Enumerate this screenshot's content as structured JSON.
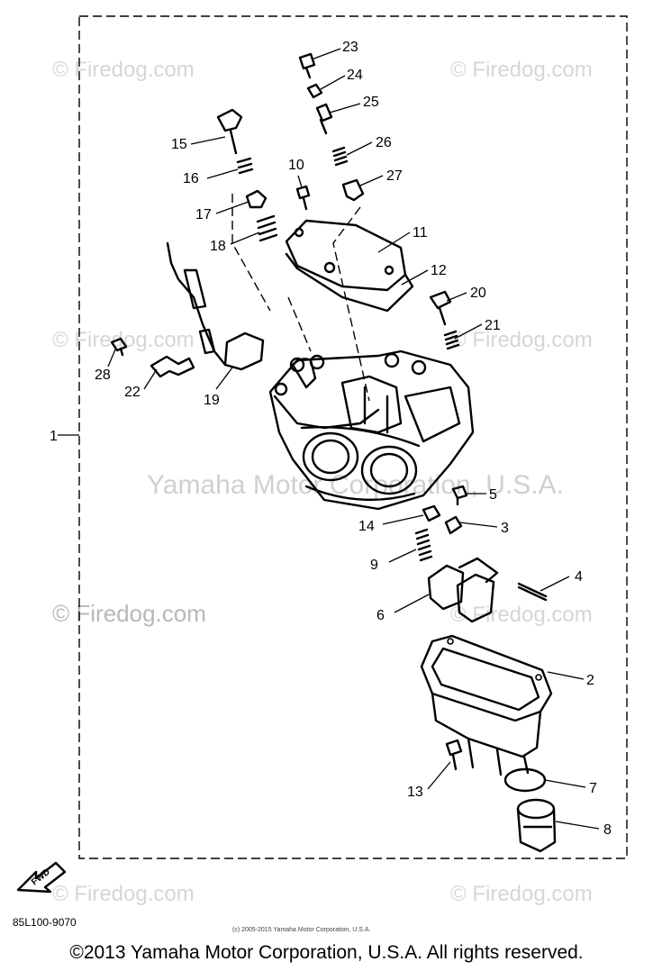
{
  "callouts": {
    "c1": "1",
    "c2": "2",
    "c3": "3",
    "c4": "4",
    "c5": "5",
    "c6": "6",
    "c7": "7",
    "c8": "8",
    "c9": "9",
    "c10": "10",
    "c11": "11",
    "c12": "12",
    "c13": "13",
    "c14": "14",
    "c15": "15",
    "c16": "16",
    "c17": "17",
    "c18": "18",
    "c19": "19",
    "c20": "20",
    "c21": "21",
    "c22": "22",
    "c23": "23",
    "c24": "24",
    "c25": "25",
    "c26": "26",
    "c27": "27",
    "c28": "28"
  },
  "watermarks": {
    "firedog": "© Firedog.com",
    "center": "Yamaha Motor Corporation, U.S.A."
  },
  "fwd_label": "FWD",
  "doc_code": "85L100-9070",
  "small_copyright": "(c) 2005-2015 Yamaha Motor Corporation, U.S.A.",
  "main_copyright": "©2013 Yamaha Motor Corporation, U.S.A. All rights reserved."
}
